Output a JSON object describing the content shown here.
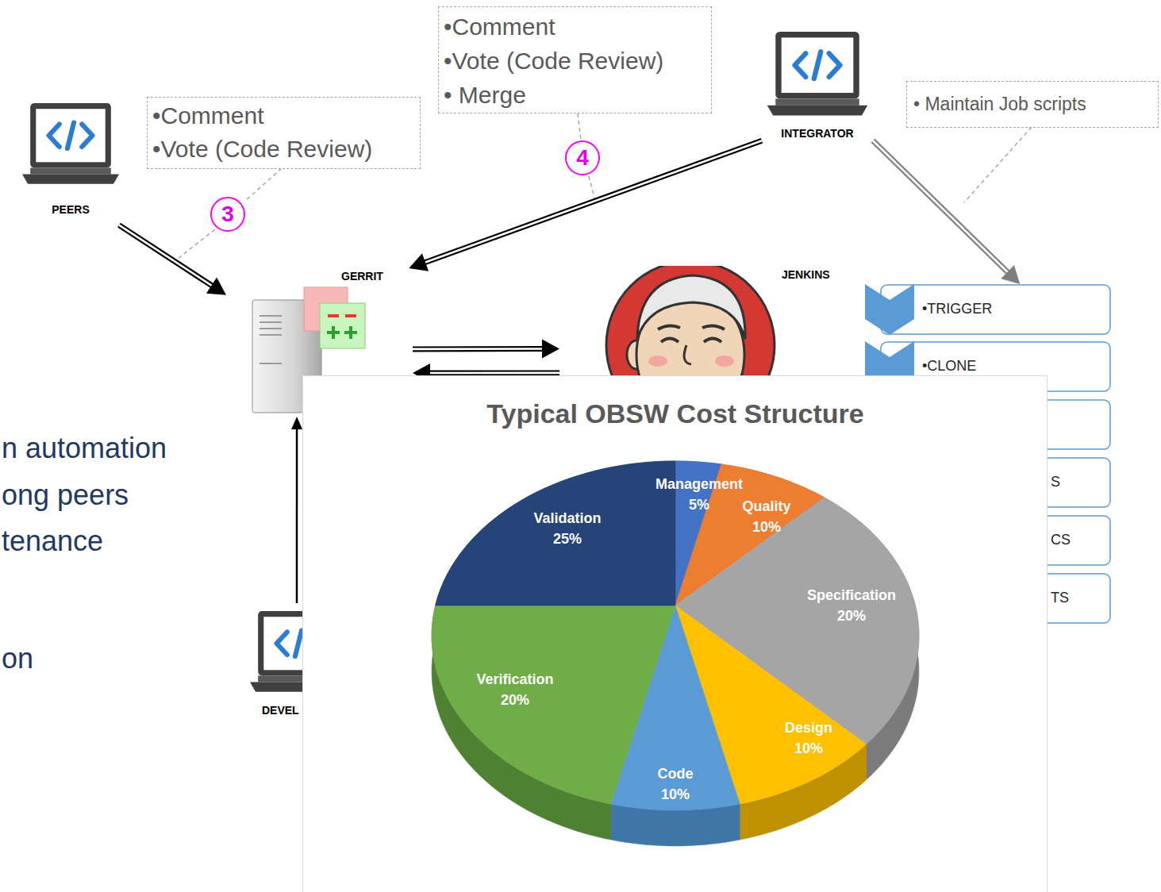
{
  "diagram": {
    "nodes": [
      {
        "text": [
          "•Comment",
          "•Vote (Code Review)"
        ]
      },
      {
        "text": [
          "•Comment",
          "•Vote (Code Review)",
          "• Merge"
        ]
      },
      {
        "text": [
          "• Maintain Job scripts"
        ]
      },
      {
        "text": [
          "PEERS"
        ]
      },
      {
        "text": [
          "INTEGRATOR"
        ]
      },
      {
        "text": [
          "4"
        ]
      },
      {
        "text": [
          "3"
        ]
      },
      {
        "text": [
          "GERRIT"
        ]
      },
      {
        "text": [
          "JENKINS"
        ]
      },
      {
        "text": [
          "•TRIGGER"
        ]
      },
      {
        "text": [
          "•CLONE"
        ]
      },
      {
        "text": [
          "S"
        ]
      },
      {
        "text": [
          "CS"
        ]
      },
      {
        "text": [
          "TS"
        ]
      },
      {
        "text": [
          "DEVEL"
        ]
      },
      {
        "text": [
          "Typical OBSW Cost Structure"
        ]
      }
    ],
    "edges": [
      {
        "from": 3,
        "to": 7,
        "arrow": "to"
      },
      {
        "from": 4,
        "to": 7,
        "arrow": "to"
      },
      {
        "from": 4,
        "to": 9,
        "arrow": "to"
      },
      {
        "from": 7,
        "to": 8,
        "arrow": "to"
      },
      {
        "from": 8,
        "to": 7,
        "arrow": "to"
      },
      {
        "from": 14,
        "to": 7,
        "arrow": "to"
      }
    ],
    "labels": [
      "n automation",
      "ong peers",
      "tenance",
      "on",
      "Management 5%",
      "Quality 10%",
      "Specification 20%",
      "Design 10%",
      "Code 10%",
      "Verification 20%",
      "Validation 25%"
    ]
  }
}
